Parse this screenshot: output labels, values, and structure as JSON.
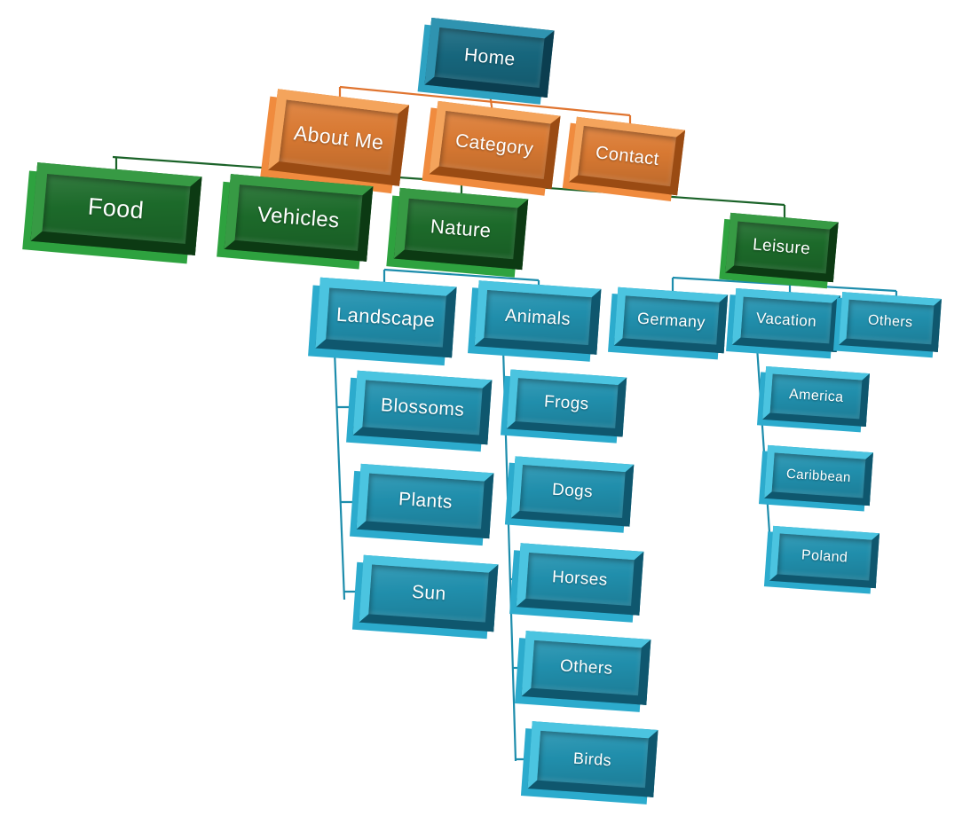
{
  "diagram": {
    "type": "sitemap-hierarchy",
    "nodes": {
      "home": {
        "label": "Home",
        "color_group": "teal"
      },
      "about_me": {
        "label": "About Me",
        "color_group": "orange"
      },
      "category": {
        "label": "Category",
        "color_group": "orange"
      },
      "contact": {
        "label": "Contact",
        "color_group": "orange"
      },
      "food": {
        "label": "Food",
        "color_group": "green"
      },
      "vehicles": {
        "label": "Vehicles",
        "color_group": "green"
      },
      "nature": {
        "label": "Nature",
        "color_group": "green"
      },
      "leisure": {
        "label": "Leisure",
        "color_group": "green"
      },
      "landscape": {
        "label": "Landscape",
        "color_group": "cyan"
      },
      "animals": {
        "label": "Animals",
        "color_group": "cyan"
      },
      "germany": {
        "label": "Germany",
        "color_group": "cyan"
      },
      "vacation": {
        "label": "Vacation",
        "color_group": "cyan"
      },
      "others_leisure": {
        "label": "Others",
        "color_group": "cyan"
      },
      "blossoms": {
        "label": "Blossoms",
        "color_group": "cyan"
      },
      "plants": {
        "label": "Plants",
        "color_group": "cyan"
      },
      "sun": {
        "label": "Sun",
        "color_group": "cyan"
      },
      "frogs": {
        "label": "Frogs",
        "color_group": "cyan"
      },
      "dogs": {
        "label": "Dogs",
        "color_group": "cyan"
      },
      "horses": {
        "label": "Horses",
        "color_group": "cyan"
      },
      "others_animals": {
        "label": "Others",
        "color_group": "cyan"
      },
      "birds": {
        "label": "Birds",
        "color_group": "cyan"
      },
      "america": {
        "label": "America",
        "color_group": "cyan"
      },
      "caribbean": {
        "label": "Caribbean",
        "color_group": "cyan"
      },
      "poland": {
        "label": "Poland",
        "color_group": "cyan"
      }
    },
    "hierarchy": {
      "home": [
        "about_me",
        "category",
        "contact"
      ],
      "category": [
        "food",
        "vehicles",
        "nature",
        "leisure"
      ],
      "nature": [
        "landscape",
        "animals"
      ],
      "leisure": [
        "germany",
        "vacation",
        "others_leisure"
      ],
      "landscape": [
        "blossoms",
        "plants",
        "sun"
      ],
      "animals": [
        "frogs",
        "dogs",
        "horses",
        "others_animals",
        "birds"
      ],
      "vacation": [
        "america",
        "caribbean",
        "poland"
      ]
    },
    "palette": {
      "boxes": {
        "teal": {
          "face": "#17687F",
          "hi": "#2F93B0",
          "lo": "#0B3E50",
          "ext": "#2EA2C2"
        },
        "orange": {
          "face": "#DC7B33",
          "hi": "#F4A45C",
          "lo": "#9A4B13",
          "ext": "#F08B3E"
        },
        "green": {
          "face": "#1D6C2B",
          "hi": "#379A44",
          "lo": "#0C3A13",
          "ext": "#2EA23F"
        },
        "cyan": {
          "face": "#2191AF",
          "hi": "#4BC4E0",
          "lo": "#0F576E",
          "ext": "#2CABCD"
        }
      },
      "lines": {
        "orange": "#E0742F",
        "green": "#1B6329",
        "teal": "#1D8DAC"
      },
      "text_color": "#FFFFFF",
      "background": "#FFFFFF"
    }
  }
}
